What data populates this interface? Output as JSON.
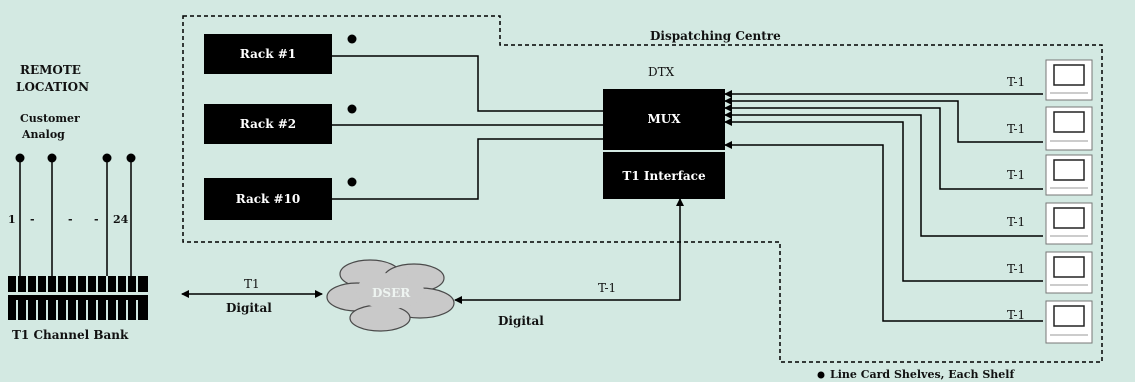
{
  "labels": {
    "remote_location_line1": "REMOTE",
    "remote_location_line2": "LOCATION",
    "customer_line1": "Customer",
    "customer_line2": "Analog",
    "chan_first": "1",
    "chan_dot1": "-",
    "chan_dot2": "-",
    "chan_dot3": "-",
    "chan_last": "24",
    "channel_bank": "T1 Channel Bank",
    "t1_left": "T1",
    "digital_left": "Digital",
    "cloud": "DSER",
    "t1_bottom": "T-1",
    "digital_bottom": "Digital",
    "dispatching_centre": "Dispatching Centre",
    "dtx": "DTX",
    "mux": "MUX",
    "t1_interface": "T1 Interface",
    "line_card_note": "Line Card Shelves, Each Shelf"
  },
  "racks": [
    "Rack #1",
    "Rack #2",
    "Rack #10"
  ],
  "t1_lines": [
    "T-1",
    "T-1",
    "T-1",
    "T-1",
    "T-1",
    "T-1"
  ],
  "colors": {
    "background": "#d3e9e2",
    "box": "#000000",
    "cloud": "#c9c9c9",
    "monitor": "#ffffff"
  }
}
